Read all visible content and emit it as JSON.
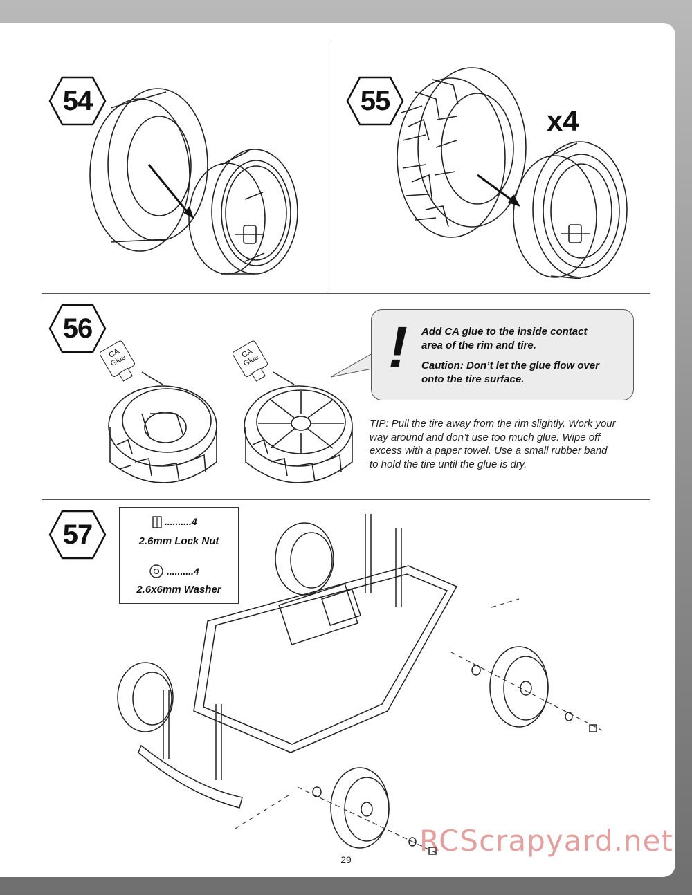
{
  "steps": [
    {
      "number": "54"
    },
    {
      "number": "55",
      "quantity": "x4"
    },
    {
      "number": "56"
    },
    {
      "number": "57"
    }
  ],
  "glue_label": {
    "line1": "CA",
    "line2": "Glue"
  },
  "note": {
    "line1": "Add CA glue to the inside contact",
    "line2": "area of the rim and tire.",
    "caution1": "Caution: Don’t let the glue flow over",
    "caution2": "onto the tire surface."
  },
  "tip": {
    "line1": "TIP: Pull the tire away from the rim slightly. Work your",
    "line2": "way around and don’t use too much glue. Wipe off",
    "line3": "excess with a paper towel. Use a small rubber band",
    "line4": "to hold the tire until the glue is dry."
  },
  "parts": [
    {
      "icon": "lock-nut-icon",
      "quantity": "..........4",
      "name": "2.6mm Lock Nut"
    },
    {
      "icon": "washer-icon",
      "quantity": "..........4",
      "name": "2.6x6mm Washer"
    }
  ],
  "page_number": "29",
  "watermark": "RCScrapyard.net"
}
